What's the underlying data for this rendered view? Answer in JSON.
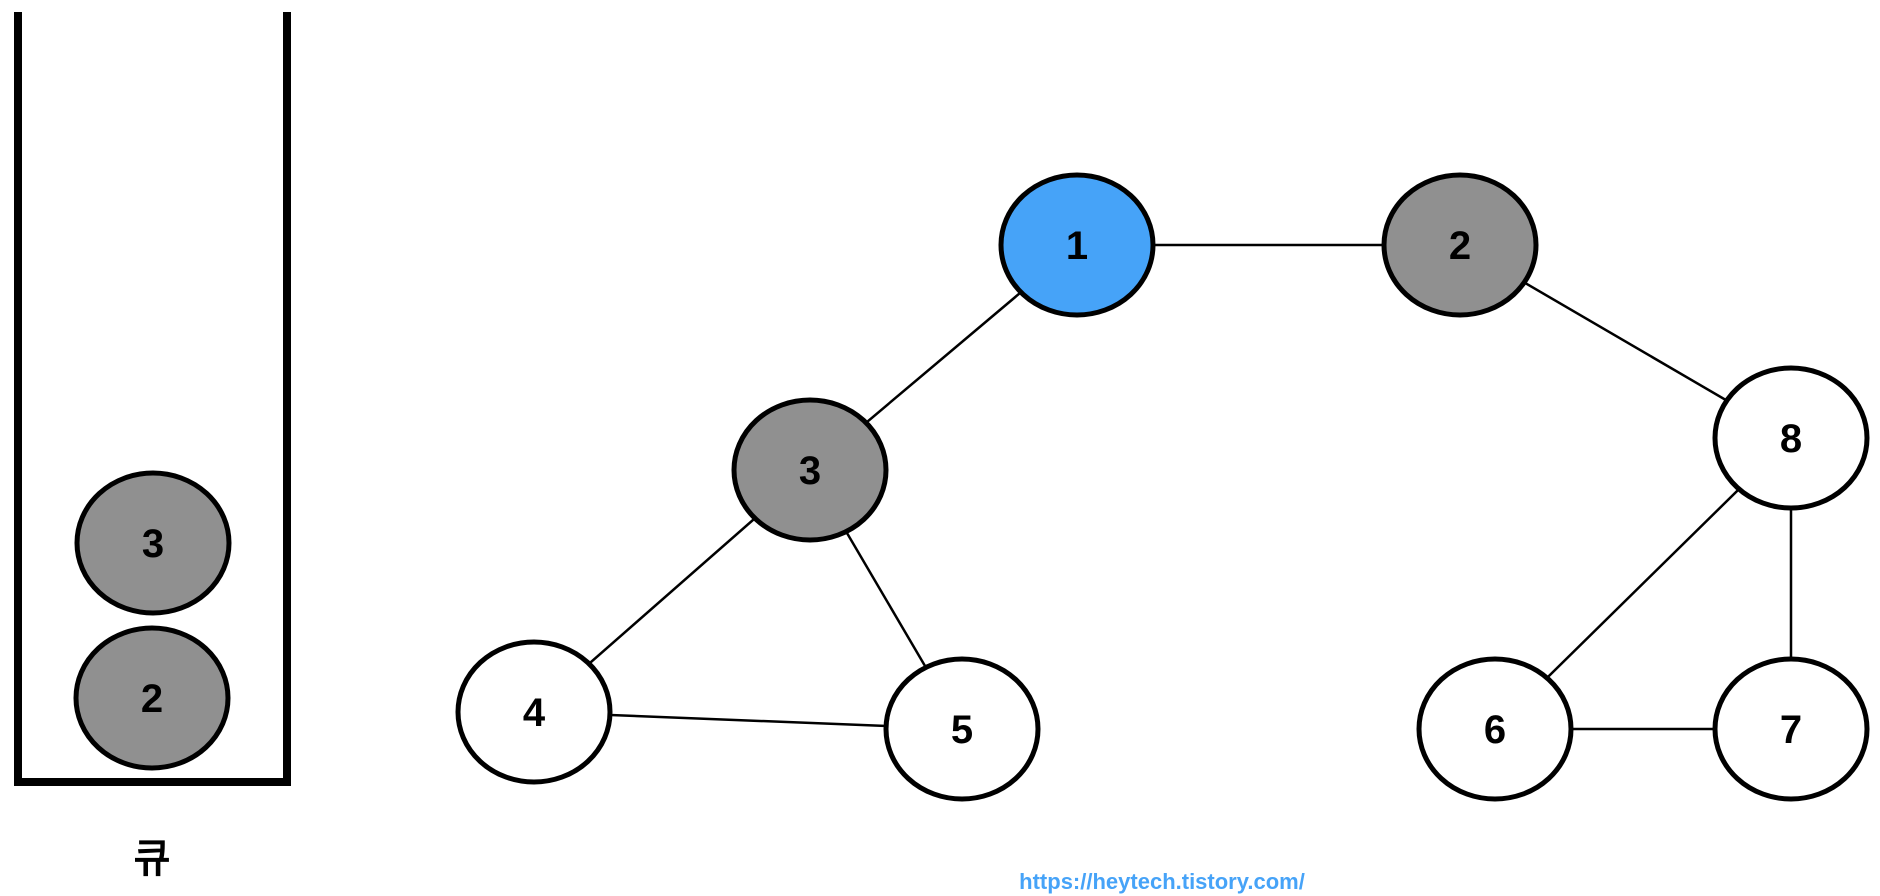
{
  "colors": {
    "visited": "#46a3f8",
    "queued": "#909090",
    "unvisited": "#ffffff",
    "stroke": "#000000",
    "link": "#46a3f8"
  },
  "queue": {
    "label": "큐",
    "items": [
      {
        "label": "3",
        "state": "queued"
      },
      {
        "label": "2",
        "state": "queued"
      }
    ]
  },
  "graph": {
    "nodes": [
      {
        "id": "1",
        "label": "1",
        "state": "visited"
      },
      {
        "id": "2",
        "label": "2",
        "state": "queued"
      },
      {
        "id": "3",
        "label": "3",
        "state": "queued"
      },
      {
        "id": "4",
        "label": "4",
        "state": "unvisited"
      },
      {
        "id": "5",
        "label": "5",
        "state": "unvisited"
      },
      {
        "id": "6",
        "label": "6",
        "state": "unvisited"
      },
      {
        "id": "7",
        "label": "7",
        "state": "unvisited"
      },
      {
        "id": "8",
        "label": "8",
        "state": "unvisited"
      }
    ],
    "edges": [
      [
        "1",
        "2"
      ],
      [
        "1",
        "3"
      ],
      [
        "2",
        "8"
      ],
      [
        "3",
        "4"
      ],
      [
        "3",
        "5"
      ],
      [
        "4",
        "5"
      ],
      [
        "8",
        "6"
      ],
      [
        "8",
        "7"
      ],
      [
        "6",
        "7"
      ]
    ]
  },
  "footer": {
    "url": "https://heytech.tistory.com/"
  }
}
